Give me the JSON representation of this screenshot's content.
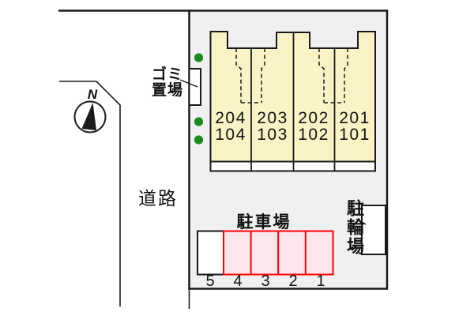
{
  "plan": {
    "compass": {
      "label": "N"
    },
    "road": {
      "label": "道路"
    },
    "garbage": {
      "label_line1": "ゴミ",
      "label_line2": "置場"
    },
    "building": {
      "units": [
        {
          "upper": "204",
          "lower": "104"
        },
        {
          "upper": "203",
          "lower": "103"
        },
        {
          "upper": "202",
          "lower": "102"
        },
        {
          "upper": "201",
          "lower": "101"
        }
      ]
    },
    "parking": {
      "label": "駐車場",
      "stalls": [
        "5",
        "4",
        "3",
        "2",
        "1"
      ]
    },
    "bicycle": {
      "label": "駐輪場"
    },
    "colors": {
      "line": "#1a1a1a",
      "site_fill": "#f0f0f0",
      "building_fill": "#faf3c6",
      "parking_fill": "#fce6ee",
      "parking_border": "#ff0000",
      "planting_green": "#1b8b1b",
      "background": "#ffffff"
    }
  }
}
